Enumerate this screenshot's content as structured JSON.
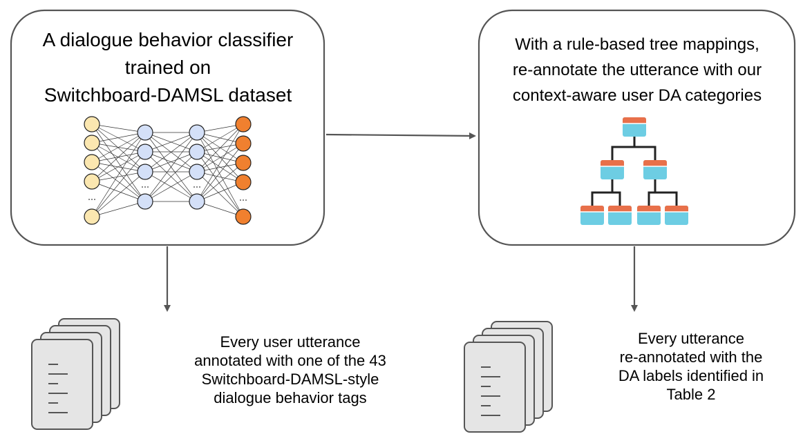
{
  "left_box": {
    "title_lines": [
      "A dialogue behavior classifier",
      "trained on",
      "Switchboard-DAMSL dataset"
    ],
    "icon": "neural-network-icon"
  },
  "right_box": {
    "title_lines": [
      "With a rule-based tree mappings,",
      "re-annotate the utterance with our",
      "context-aware user DA categories"
    ],
    "icon": "tree-hierarchy-icon"
  },
  "left_output": {
    "icon": "document-stack-icon",
    "caption_lines": [
      "Every user utterance",
      "annotated with one of the 43",
      "Switchboard-DAMSL-style",
      "dialogue behavior tags"
    ]
  },
  "right_output": {
    "icon": "document-stack-icon",
    "caption_lines": [
      "Every utterance",
      "re-annotated with the",
      "DA labels identified in",
      "Table 2"
    ]
  },
  "colors": {
    "input_node": "#fbe7b0",
    "hidden_node": "#d4e0f8",
    "output_node": "#f0802f",
    "tree_header": "#e8704a",
    "tree_body": "#6dcde3",
    "line": "#555555"
  }
}
